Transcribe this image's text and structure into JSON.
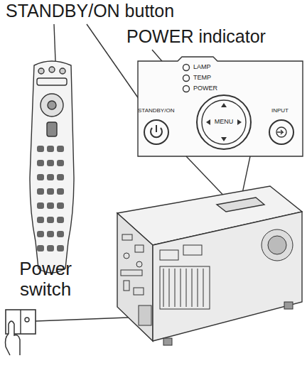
{
  "diagram": {
    "labels": [
      "STANDBY/ON button",
      "POWER indicator",
      "Power switch",
      "LAMP",
      "TEMP",
      "POWER",
      "STANDBY/ON",
      "MENU",
      "INPUT"
    ]
  }
}
